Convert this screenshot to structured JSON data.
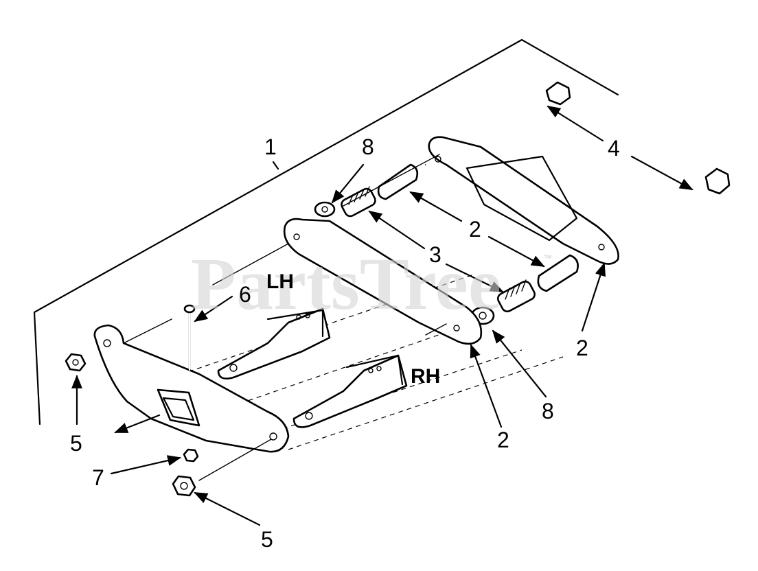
{
  "watermark": {
    "text": "PartsTree",
    "trademark": "™"
  },
  "side_labels": {
    "left": "LH",
    "right": "RH"
  },
  "callouts": [
    {
      "id": "c1",
      "text": "1"
    },
    {
      "id": "c8a",
      "text": "8"
    },
    {
      "id": "c4",
      "text": "4"
    },
    {
      "id": "c2a",
      "text": "2"
    },
    {
      "id": "c3",
      "text": "3"
    },
    {
      "id": "c6",
      "text": "6"
    },
    {
      "id": "c2b",
      "text": "2"
    },
    {
      "id": "c8b",
      "text": "8"
    },
    {
      "id": "c2c",
      "text": "2"
    },
    {
      "id": "c5a",
      "text": "5"
    },
    {
      "id": "c7",
      "text": "7"
    },
    {
      "id": "c5b",
      "text": "5"
    }
  ],
  "colors": {
    "line": "#000000",
    "background": "#ffffff",
    "watermark": "#d4d4d4"
  }
}
